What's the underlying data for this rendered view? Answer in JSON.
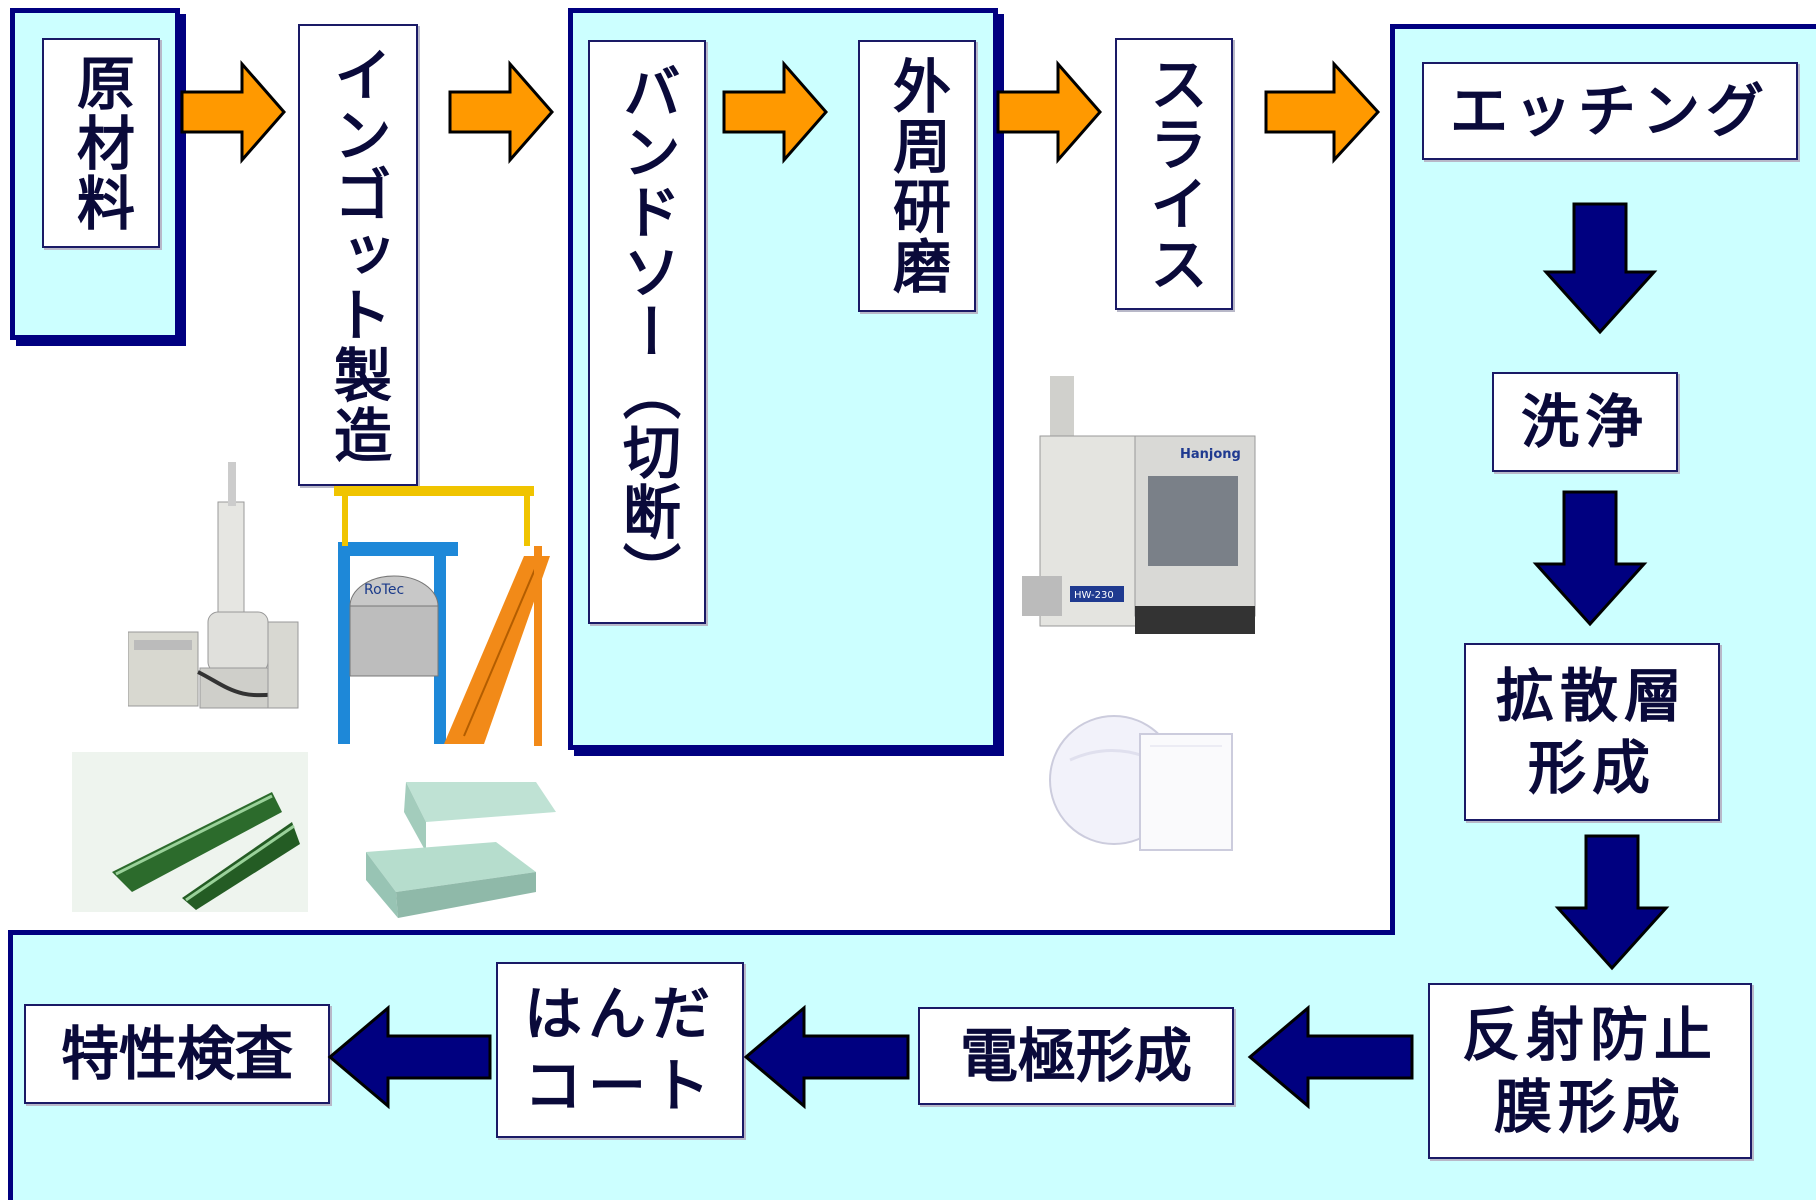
{
  "diagram": {
    "steps": {
      "raw_material": "原材料",
      "ingot": "インゴット製造",
      "bandsaw": "バンドソー（切断）",
      "peripheral_grinding": "外周研磨",
      "slice": "スライス",
      "etching": "エッチング",
      "cleaning": "洗浄",
      "diffusion": "拡散層\n形成",
      "antireflection": "反射防止\n膜形成",
      "electrode": "電極形成",
      "solder": "はんだ\nコート",
      "inspection": "特性検査"
    },
    "photos": {
      "furnace_label": "RoTec",
      "slicer_brand": "Hanjong",
      "slicer_model": "HW-230"
    },
    "colors": {
      "panel_fill": "#ccffff",
      "panel_border": "#000080",
      "arrow_orange": "#ff9900",
      "arrow_navy": "#000080"
    }
  }
}
